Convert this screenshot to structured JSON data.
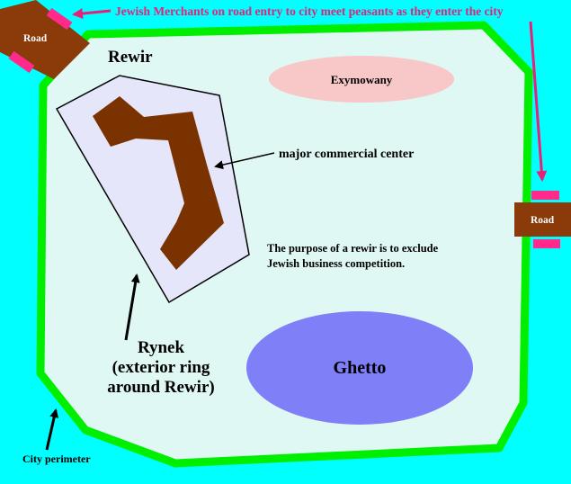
{
  "labels": {
    "top_note": "Jewish Merchants on road entry to city meet peasants as they enter the city",
    "road_left": "Road",
    "road_right": "Road",
    "rewir": "Rewir",
    "exymowany": "Exymowany",
    "commercial": "major commercial center",
    "purpose_line1": "The purpose of a rewir is to exclude",
    "purpose_line2": "Jewish business competition.",
    "rynek_line1": "Rynek",
    "rynek_line2": "(exterior ring",
    "rynek_line3": "around Rewir)",
    "ghetto": "Ghetto",
    "perimeter": "City perimeter"
  },
  "colors": {
    "sea": "#00ffff",
    "city_fill": "#e0f8f4",
    "perimeter": "#00ee00",
    "road": "#8b3a0a",
    "gate": "#ff2a8a",
    "arrow_note": "#e8207a",
    "rynek_fill": "#e6e6fa",
    "commercial": "#7a3300",
    "exymowany": "#f8c8c8",
    "ghetto": "#7f7ff8"
  }
}
